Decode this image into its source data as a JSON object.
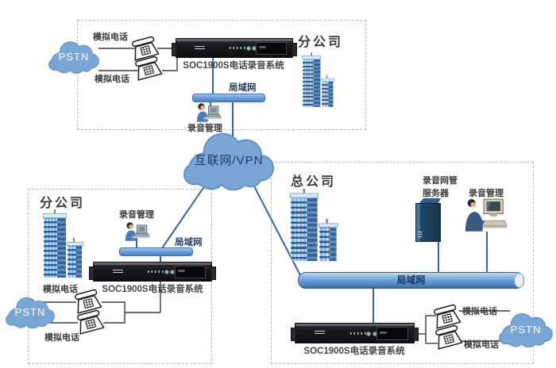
{
  "internet": {
    "label": "互联网/VPN"
  },
  "branch_top": {
    "title": "分公司",
    "pstn": "PSTN",
    "phone_top": "模拟电话",
    "phone_bottom": "模拟电话",
    "recorder": "SOC1900S电话录音系统",
    "lan": "局域网",
    "mgmt": "录音管理"
  },
  "branch_left": {
    "title": "分公司",
    "pstn": "PSTN",
    "phone_top": "模拟电话",
    "phone_bottom": "模拟电话",
    "recorder": "SOC1900S电话录音系统",
    "lan": "局域网",
    "mgmt": "录音管理"
  },
  "hq": {
    "title": "总公司",
    "nms_line1": "录音网管",
    "nms_line2": "服务器",
    "mgmt": "录音管理",
    "lan": "局域网",
    "recorder": "SOC1900S电话录音系统",
    "phone_top": "模拟电话",
    "phone_bottom": "模拟电话",
    "pstn": "PSTN"
  },
  "colors": {
    "cloud_fill": "#7aa6d6",
    "cloud_edge": "#6290c2",
    "navy_text": "#1c3e63",
    "connector_navy": "#3b6496",
    "connector_dark": "#3c3c3c",
    "lan_bar": "#5288c6",
    "dash_border": "#a9bfd3",
    "device_black": "#17171a",
    "building_blue": "#8abced",
    "pstn_text": "#ffffff"
  }
}
